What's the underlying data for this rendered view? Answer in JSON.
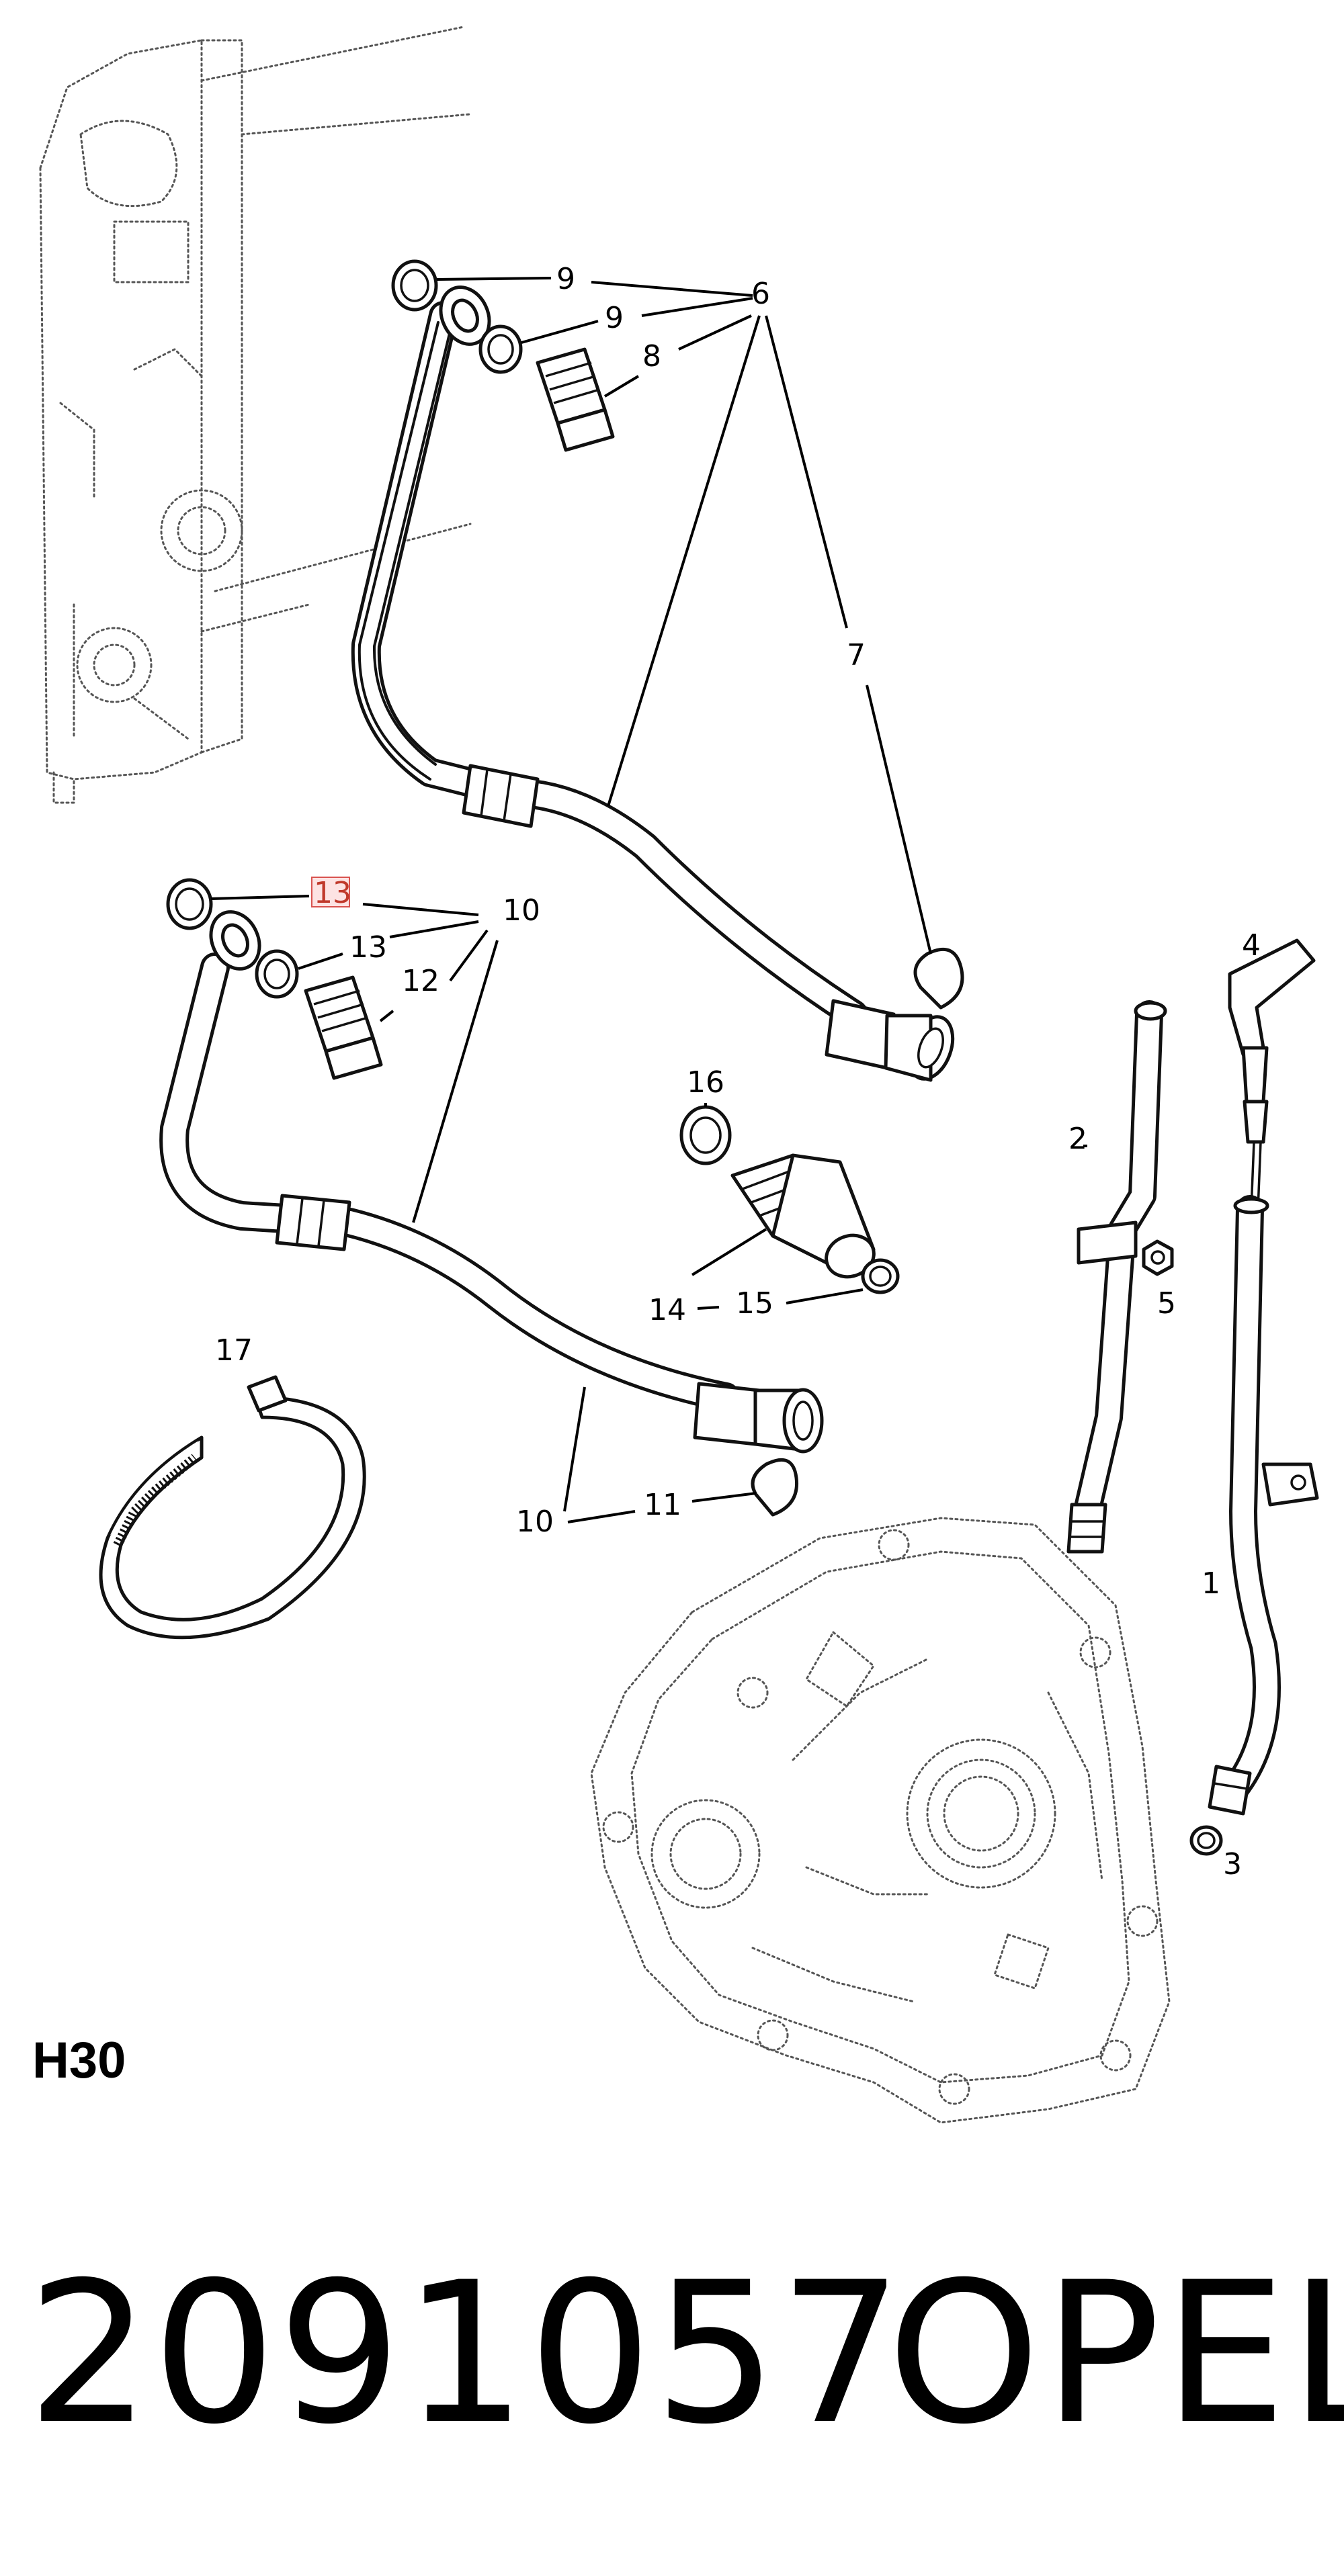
{
  "diagram": {
    "callouts": {
      "c9a": "9",
      "c9b": "9",
      "c6": "6",
      "c8": "8",
      "c7": "7",
      "c13a": "13",
      "c13b": "13",
      "c10a": "10",
      "c12": "12",
      "c4": "4",
      "c16": "16",
      "c2": "2",
      "c5": "5",
      "c14": "14",
      "c15": "15",
      "c17": "17",
      "c10b": "10",
      "c11": "11",
      "c1": "1",
      "c3": "3"
    },
    "highlighted_callout": "13",
    "highlight_color": "#c0392b"
  },
  "variant_label": "H30",
  "footer": {
    "part_number": "2091057",
    "brand": "OPEL"
  }
}
